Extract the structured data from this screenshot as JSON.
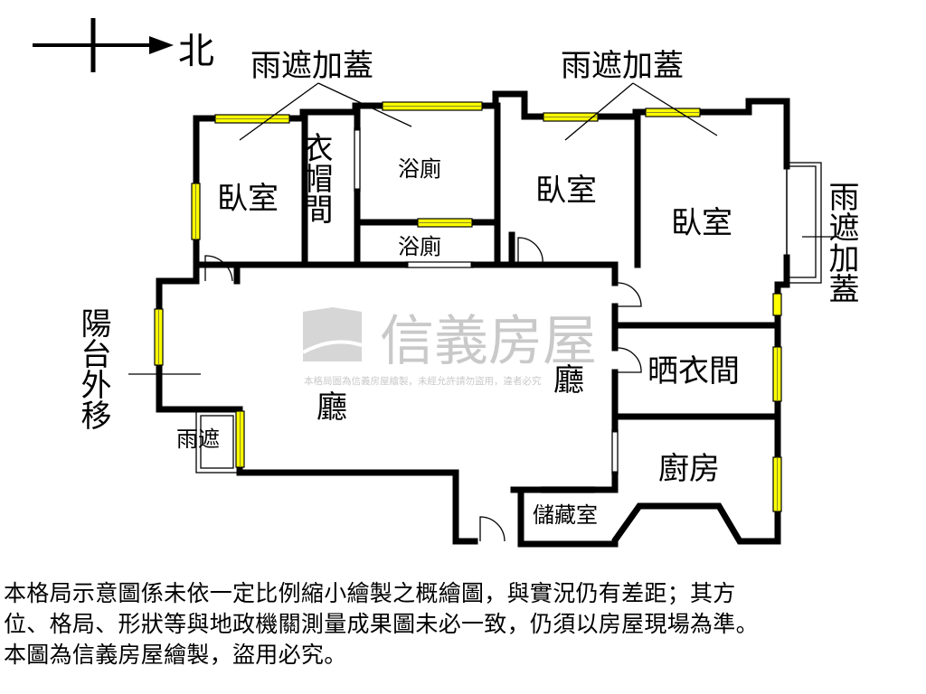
{
  "compass": {
    "direction": "北"
  },
  "canopy_annotations": [
    {
      "id": "top-left",
      "text": "雨遮加蓋"
    },
    {
      "id": "top-right",
      "text": "雨遮加蓋"
    },
    {
      "id": "right",
      "text": "雨遮加蓋"
    }
  ],
  "rooms": {
    "bedroom_left": "臥室",
    "wardrobe": "衣帽間",
    "bath_upper": "浴廁",
    "bath_lower": "浴廁",
    "bedroom_middle": "臥室",
    "bedroom_right": "臥室",
    "living_left": "廳",
    "living_right": "廳",
    "laundry": "晒衣間",
    "kitchen": "廚房",
    "storage": "儲藏室",
    "canopy_small": "雨遮"
  },
  "balcony_note": "陽台外移",
  "watermark": {
    "brand": "信義房屋",
    "notice": "本格局圖為信義房屋繪製，未經允許請勿盜用，違者必究"
  },
  "disclaimer": [
    "本格局示意圖係未依一定比例縮小繪製之概繪圖，與實況仍有差距；其方",
    "位、格局、形狀等與地政機關測量成果圖未必一致，仍須以房屋現場為準。",
    "本圖為信義房屋繪製，盜用必究。"
  ],
  "colors": {
    "wall": "#000000",
    "window_fill": "#ffff00",
    "window_stripe": "#8a8a2a",
    "watermark_gray": "#cfcfcf"
  }
}
